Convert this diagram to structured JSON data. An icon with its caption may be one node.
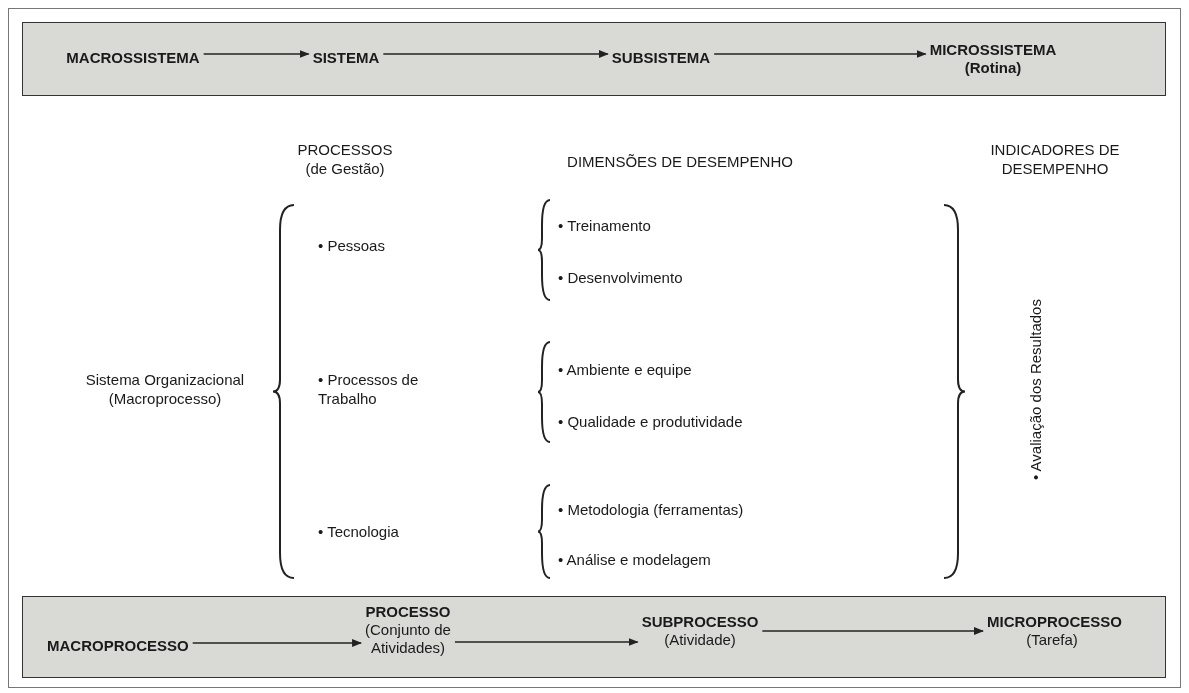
{
  "diagram": {
    "nodes": [
      {
        "text": [],
        "shape": "box"
      },
      {
        "text": [
          "MACROSSISTEMA"
        ],
        "in": 0
      },
      {
        "text": [
          "SISTEMA"
        ],
        "in": 0
      },
      {
        "text": [
          "SUBSISTEMA"
        ],
        "in": 0
      },
      {
        "text": [
          "MICROSSISTEMA (Rotina)"
        ],
        "in": 0
      },
      {
        "text": [],
        "shape": "box"
      },
      {
        "text": [
          "MACROPROCESSO"
        ],
        "in": 5
      },
      {
        "text": [
          "PROCESSO",
          "(Conjunto de Atividades)"
        ],
        "in": 5
      },
      {
        "text": [
          "SUBPROCESSO",
          "(Atividade)"
        ],
        "in": 5
      },
      {
        "text": [
          "MICROPROCESSO",
          "(Tarefa)"
        ],
        "in": 5
      }
    ],
    "edges": [
      {
        "from": 1,
        "to": 2,
        "arrow": "to"
      },
      {
        "from": 2,
        "to": 3,
        "arrow": "to"
      },
      {
        "from": 3,
        "to": 4,
        "arrow": "to"
      },
      {
        "from": 6,
        "to": 7,
        "arrow": "to"
      },
      {
        "from": 7,
        "to": 8,
        "arrow": "to"
      },
      {
        "from": 8,
        "to": 9,
        "arrow": "to"
      }
    ],
    "labels": [
      "PROCESSOS (de Gestão)",
      "DIMENSÕES DE DESEMPENHO",
      "INDICADORES DE DESEMPENHO",
      "• Treinamento",
      "• Pessoas",
      "• Desenvolvimento",
      "Sistema Organizacional (Macroprocesso)",
      "• Ambiente e equipe",
      "• Processos de Trabalho",
      "• Avaliação dos Resultados",
      "• Qualidade e produtividade",
      "• Metodologia (ferramentas)",
      "• Tecnologia",
      "• Análise e modelagem"
    ]
  }
}
